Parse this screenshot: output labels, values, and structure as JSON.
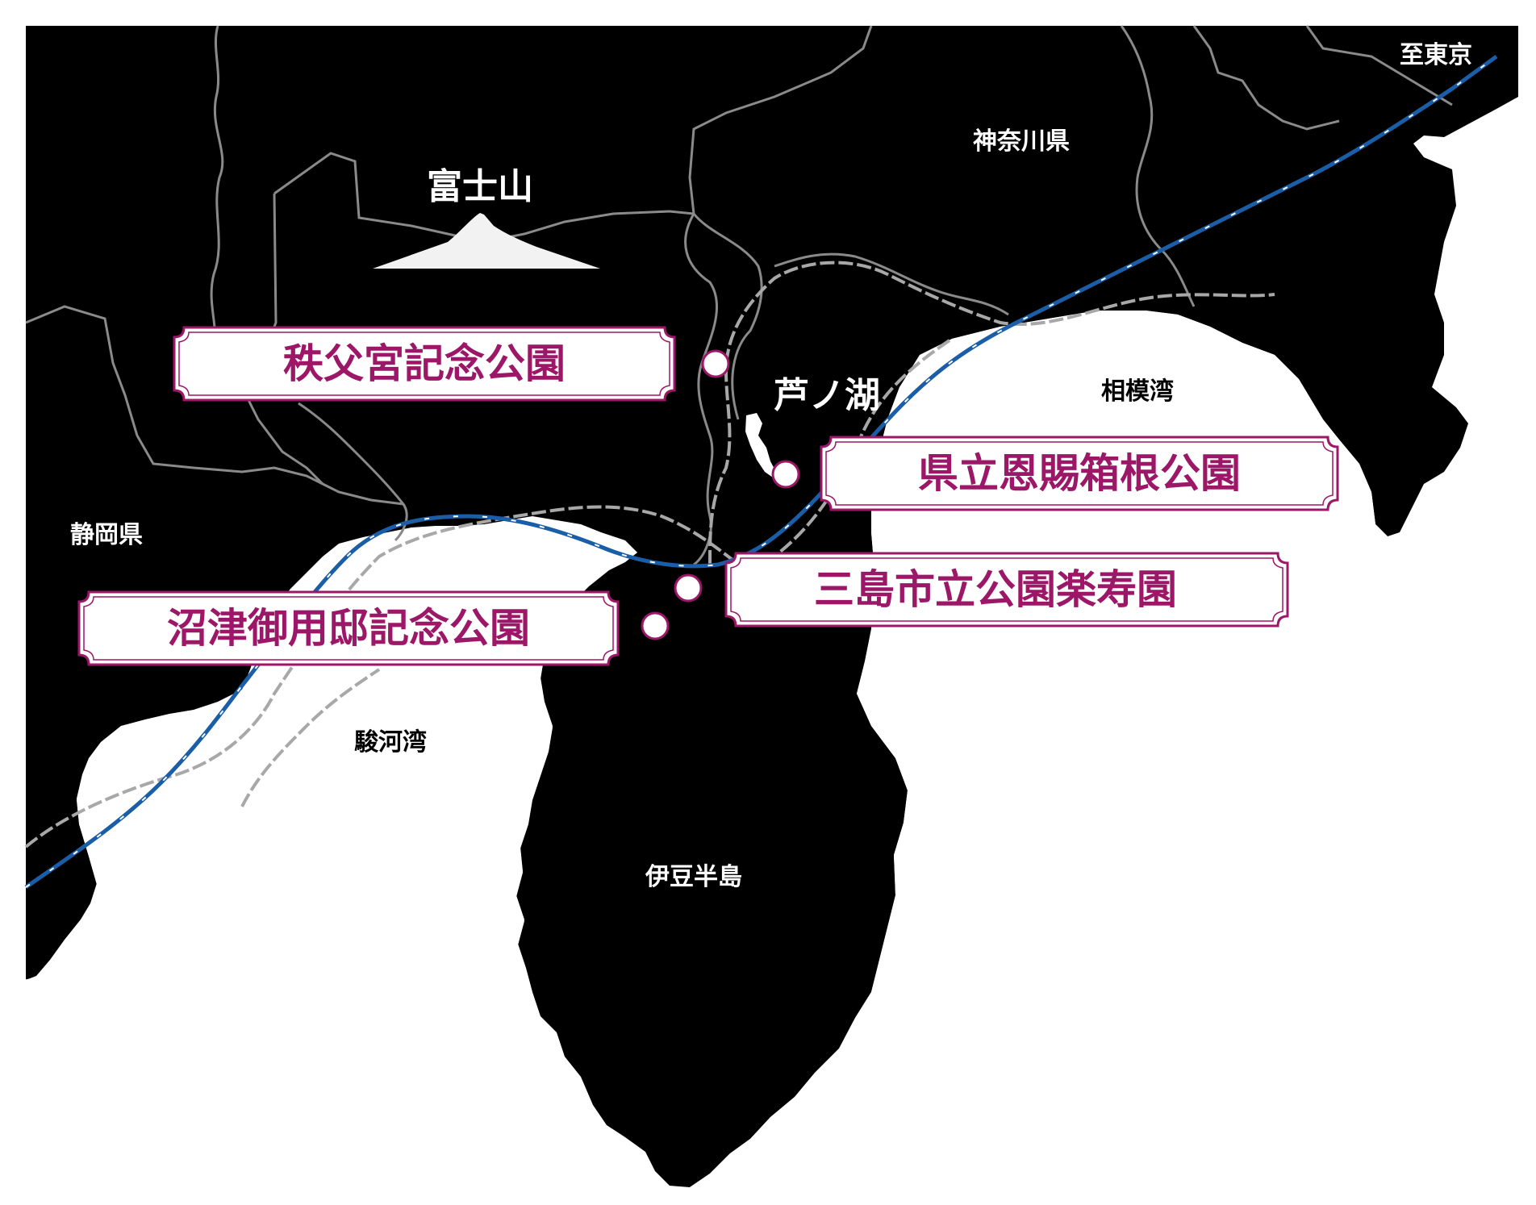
{
  "colors": {
    "land": "#000000",
    "sea": "#ffffff",
    "label_text_on_land": "#ffffff",
    "label_text_on_sea": "#000000",
    "park_accent": "#9c1767",
    "park_fill": "#ffffff",
    "rail_blue": "#1a5ea8",
    "road_gray": "#8a8a8a",
    "mountain": "#f2f2f2"
  },
  "places": {
    "mt_fuji": "富士山",
    "lake_ashi": "芦ノ湖",
    "kanagawa": "神奈川県",
    "shizuoka": "静岡県",
    "to_tokyo": "至東京",
    "sagami_bay": "相模湾",
    "suruga_bay": "駿河湾",
    "izu_peninsula": "伊豆半島"
  },
  "parks": [
    {
      "id": "chichibunomiya",
      "name": "秩父宮記念公園"
    },
    {
      "id": "onshi_hakone",
      "name": "県立恩賜箱根公園"
    },
    {
      "id": "rakujuen",
      "name": "三島市立公園楽寿園"
    },
    {
      "id": "numazu_goyotei",
      "name": "沼津御用邸記念公園"
    }
  ],
  "icons": {
    "park_marker": "circle-marker-icon",
    "mountain": "mountain-icon",
    "lake": "lake-icon"
  }
}
